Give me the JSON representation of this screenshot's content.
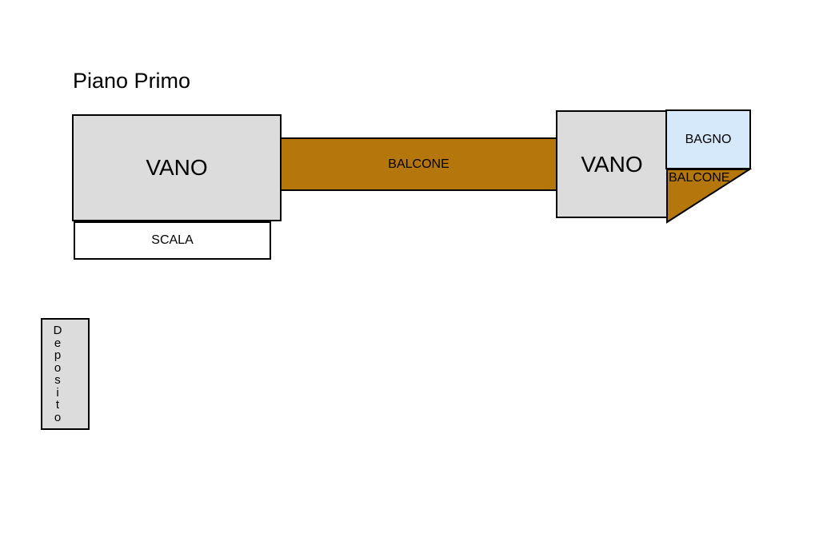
{
  "plan": {
    "title": "Piano Primo",
    "rooms": {
      "vano_left": "VANO",
      "balcone_mid": "BALCONE",
      "scala": "SCALA",
      "vano_right": "VANO",
      "bagno": "BAGNO",
      "balcone_right": "BALCONE",
      "deposito": "Deposito"
    },
    "colors": {
      "vano": "#dcdcdc",
      "balcone": "#b5770b",
      "bagno": "#d6e9fb",
      "outline": "#000000"
    }
  }
}
